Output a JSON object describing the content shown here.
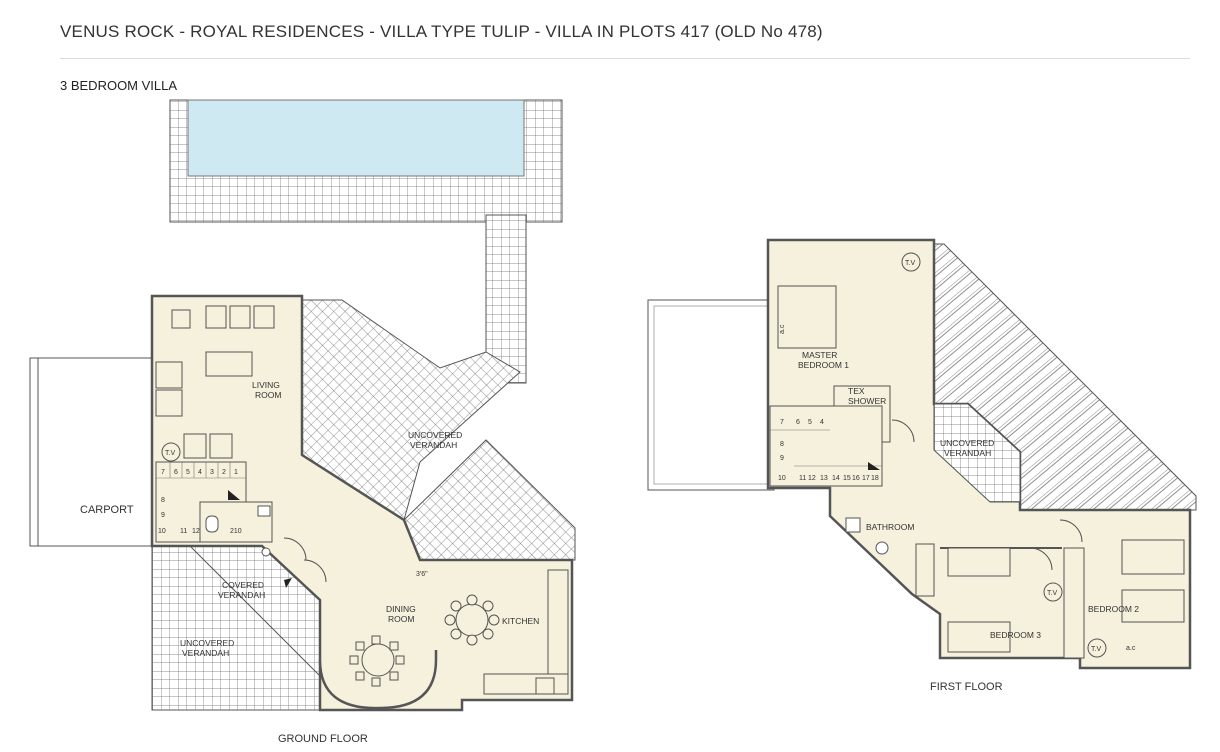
{
  "header": {
    "title": "VENUS ROCK - ROYAL RESIDENCES - VILLA TYPE TULIP - VILLA IN PLOTS 417 (OLD No 478)",
    "subtitle": "3 BEDROOM VILLA"
  },
  "ground_floor": {
    "caption": "GROUND FLOOR",
    "rooms": {
      "living": [
        "LIVING",
        "ROOM"
      ],
      "uncovered_verandah": [
        "UNCOVERED",
        "VERANDAH"
      ],
      "carport": "CARPORT",
      "covered_verandah": [
        "COVERED",
        "VERANDAH"
      ],
      "uncovered_verandah_2": [
        "UNCOVERED",
        "VERANDAH"
      ],
      "dining": [
        "DINING",
        "ROOM"
      ],
      "kitchen": "KITCHEN"
    },
    "tv": "T.V",
    "dim_210": "210",
    "dim_36": "3'6\"",
    "stair_top": [
      "7",
      "6",
      "5",
      "4",
      "3",
      "2",
      "1"
    ],
    "stair_side": [
      "8",
      "9",
      "10"
    ],
    "stair_bottom": [
      "11",
      "12"
    ]
  },
  "first_floor": {
    "caption": "FIRST FLOOR",
    "rooms": {
      "master": [
        "MASTER",
        "BEDROOM 1"
      ],
      "shower": [
        "TEX",
        "SHOWER"
      ],
      "uncovered_verandah": [
        "UNCOVERED",
        "VERANDAH"
      ],
      "bathroom": "BATHROOM",
      "bedroom2": "BEDROOM  2",
      "bedroom3": "BEDROOM  3"
    },
    "tv_labels": [
      "T.V",
      "T.V",
      "T.V"
    ],
    "ac_labels": [
      "a.c",
      "a.c"
    ],
    "stair_top": [
      "7",
      "6",
      "5",
      "4"
    ],
    "stair_side": [
      "8",
      "9"
    ],
    "stair_bottom": [
      "10",
      "11",
      "12",
      "13",
      "14",
      "15",
      "16",
      "17",
      "18"
    ]
  },
  "colors": {
    "floor_fill": "#f5f1dc",
    "pool": "#cfe9f3",
    "wall": "#555555",
    "grid_line": "#666666"
  }
}
